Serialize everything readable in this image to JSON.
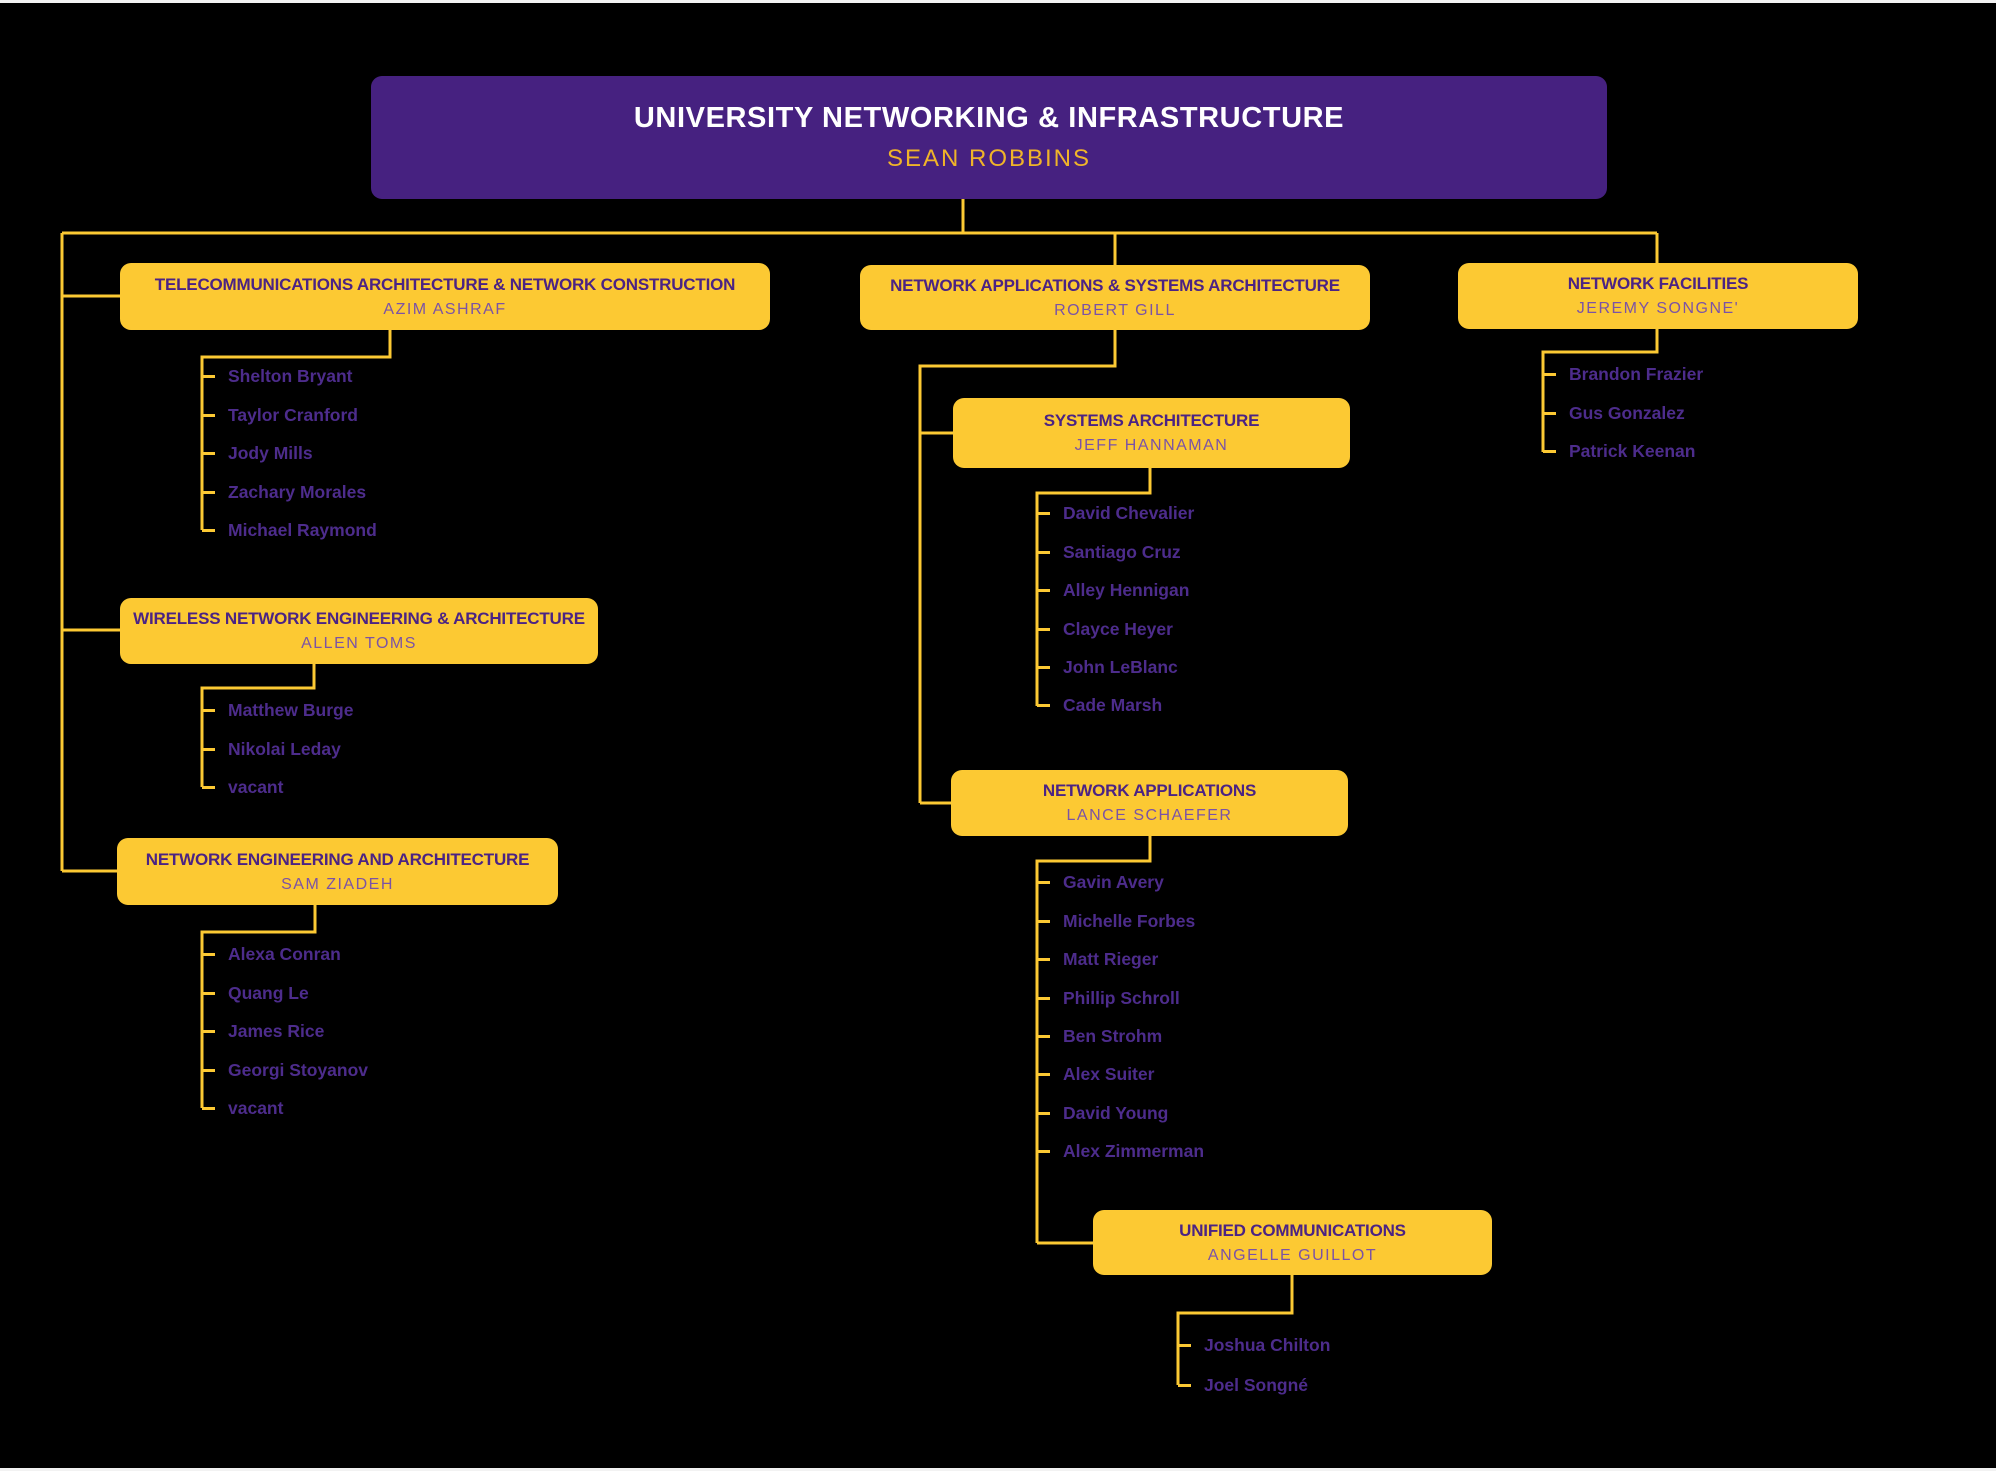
{
  "colors": {
    "bg": "#000000",
    "purple_box": "#462180",
    "yellow": "#FCC933",
    "title_purple": "#4B2384",
    "manager_purple": "#7B53A6",
    "staff_purple": "#4D2C8C",
    "root_title_white": "#FFFFFF",
    "root_name_gold": "#F0B429",
    "line_yellow": "#FCC933"
  },
  "root": {
    "title": "UNIVERSITY NETWORKING & INFRASTRUCTURE",
    "name": "SEAN ROBBINS"
  },
  "departments": [
    {
      "title": "TELECOMMUNICATIONS ARCHITECTURE & NETWORK CONSTRUCTION",
      "name": "AZIM ASHRAF",
      "staff": [
        "Shelton Bryant",
        "Taylor Cranford",
        "Jody Mills",
        "Zachary Morales",
        "Michael Raymond"
      ]
    },
    {
      "title": "WIRELESS NETWORK ENGINEERING & ARCHITECTURE",
      "name": "ALLEN TOMS",
      "staff": [
        "Matthew Burge",
        "Nikolai Leday",
        "vacant"
      ]
    },
    {
      "title": "NETWORK ENGINEERING AND ARCHITECTURE",
      "name": "SAM ZIADEH",
      "staff": [
        "Alexa Conran",
        "Quang Le",
        "James Rice",
        "Georgi Stoyanov",
        "vacant"
      ]
    },
    {
      "title": "NETWORK APPLICATIONS & SYSTEMS ARCHITECTURE",
      "name": "ROBERT GILL",
      "staff": []
    },
    {
      "title": "SYSTEMS ARCHITECTURE",
      "name": "JEFF HANNAMAN",
      "staff": [
        "David Chevalier",
        "Santiago Cruz",
        "Alley Hennigan",
        "Clayce Heyer",
        "John LeBlanc",
        "Cade Marsh"
      ]
    },
    {
      "title": "NETWORK APPLICATIONS",
      "name": "LANCE SCHAEFER",
      "staff": [
        "Gavin Avery",
        "Michelle Forbes",
        "Matt Rieger",
        "Phillip Schroll",
        "Ben Strohm",
        "Alex Suiter",
        "David Young",
        "Alex Zimmerman"
      ]
    },
    {
      "title": "UNIFIED COMMUNICATIONS",
      "name": "ANGELLE GUILLOT",
      "staff": [
        "Joshua Chilton",
        "Joel Songné"
      ]
    },
    {
      "title": "NETWORK FACILITIES",
      "name": "JEREMY SONGNE'",
      "staff": [
        "Brandon Frazier",
        "Gus Gonzalez",
        "Patrick Keenan"
      ]
    }
  ]
}
